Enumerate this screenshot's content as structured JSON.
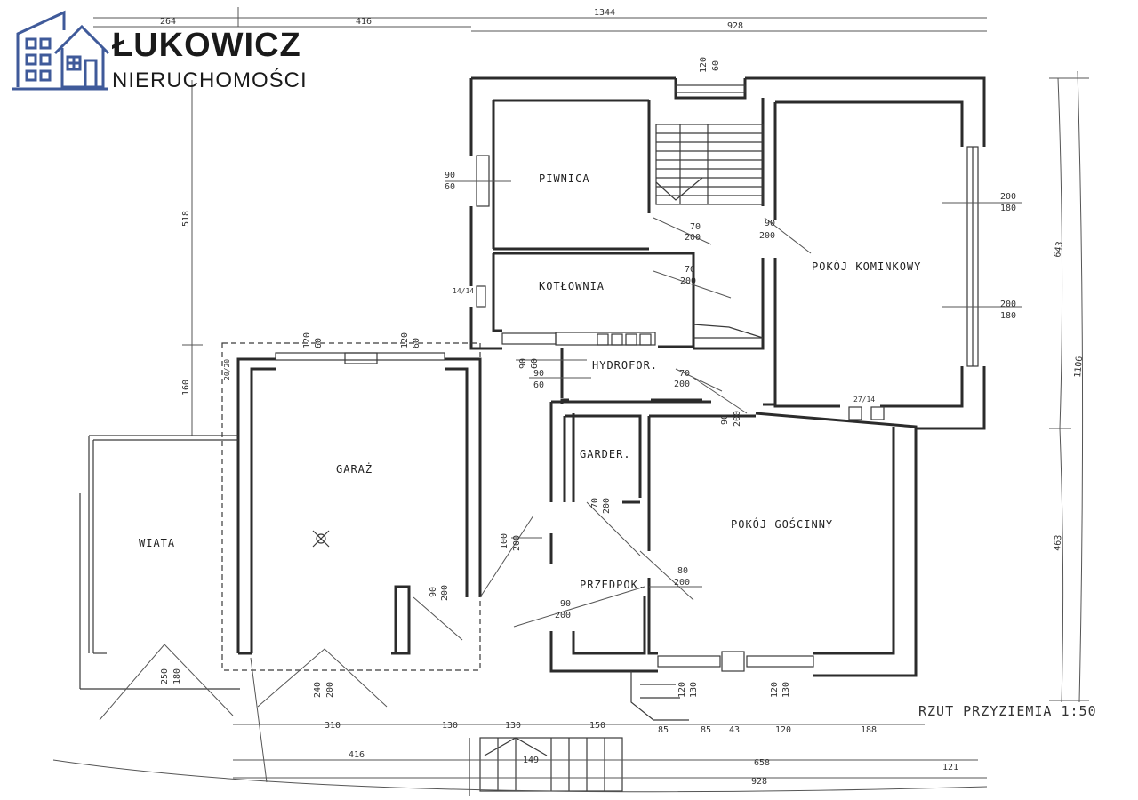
{
  "logo": {
    "name": "ŁUKOWICZ",
    "tagline": "NIERUCHOMOŚCI",
    "icon": "house-building-logo-icon",
    "color": "#3f5a9a"
  },
  "plan": {
    "title": "RZUT PRZYZIEMIA 1:50",
    "rooms": {
      "piwnica": "PIWNICA",
      "kotlownia": "KOTŁOWNIA",
      "hydrofor": "HYDROFOR.",
      "pokoj_kominkowy": "POKÓJ KOMINKOWY",
      "garaz": "GARAŻ",
      "wiata": "WIATA",
      "garder": "GARDER.",
      "przedpok": "PRZEDPOK.",
      "pokoj_goscinny": "POKÓJ GOŚCINNY"
    },
    "dimensions_top": [
      "264",
      "416",
      "1344",
      "928"
    ],
    "dimensions_bottom": [
      "310",
      "130",
      "130",
      "150",
      "85",
      "85",
      "43",
      "120",
      "188"
    ],
    "dimensions_bottom2": [
      "416",
      "149",
      "658",
      "121",
      "928"
    ],
    "dimensions_left": [
      "518",
      "160"
    ],
    "dimensions_right": [
      "643",
      "1106",
      "463"
    ],
    "openings": {
      "top_window": [
        "120",
        "60"
      ],
      "piwnica_window": [
        "90",
        "60"
      ],
      "garage_window_1": [
        "120",
        "60"
      ],
      "garage_window_2": [
        "120",
        "60"
      ],
      "kominkowy_window_1": [
        "200",
        "180"
      ],
      "kominkowy_window_2": [
        "200",
        "180"
      ],
      "piwnica_door": [
        "70",
        "200"
      ],
      "kominkowy_door": [
        "90",
        "200"
      ],
      "kotlownia_door": [
        "70",
        "200"
      ],
      "kotlownia_vent": "14/14",
      "hydrofor_window": [
        "90",
        "60"
      ],
      "hydrofor_door": [
        "70",
        "200"
      ],
      "corridor_door": [
        "90",
        "200"
      ],
      "chimney": "27/14",
      "garage_small": "20/20",
      "garage_vertical": [
        "90",
        "200"
      ],
      "garage_wide_door": [
        "100",
        "200"
      ],
      "garder_door": [
        "70",
        "200"
      ],
      "goscinny_door": [
        "80",
        "200"
      ],
      "przedpok_door": [
        "90",
        "200"
      ],
      "garage_gate": [
        "240",
        "200"
      ],
      "wiata_gate": [
        "250",
        "180"
      ],
      "bottom_window_1": [
        "120",
        "130"
      ],
      "bottom_window_2": [
        "120",
        "130"
      ]
    }
  }
}
